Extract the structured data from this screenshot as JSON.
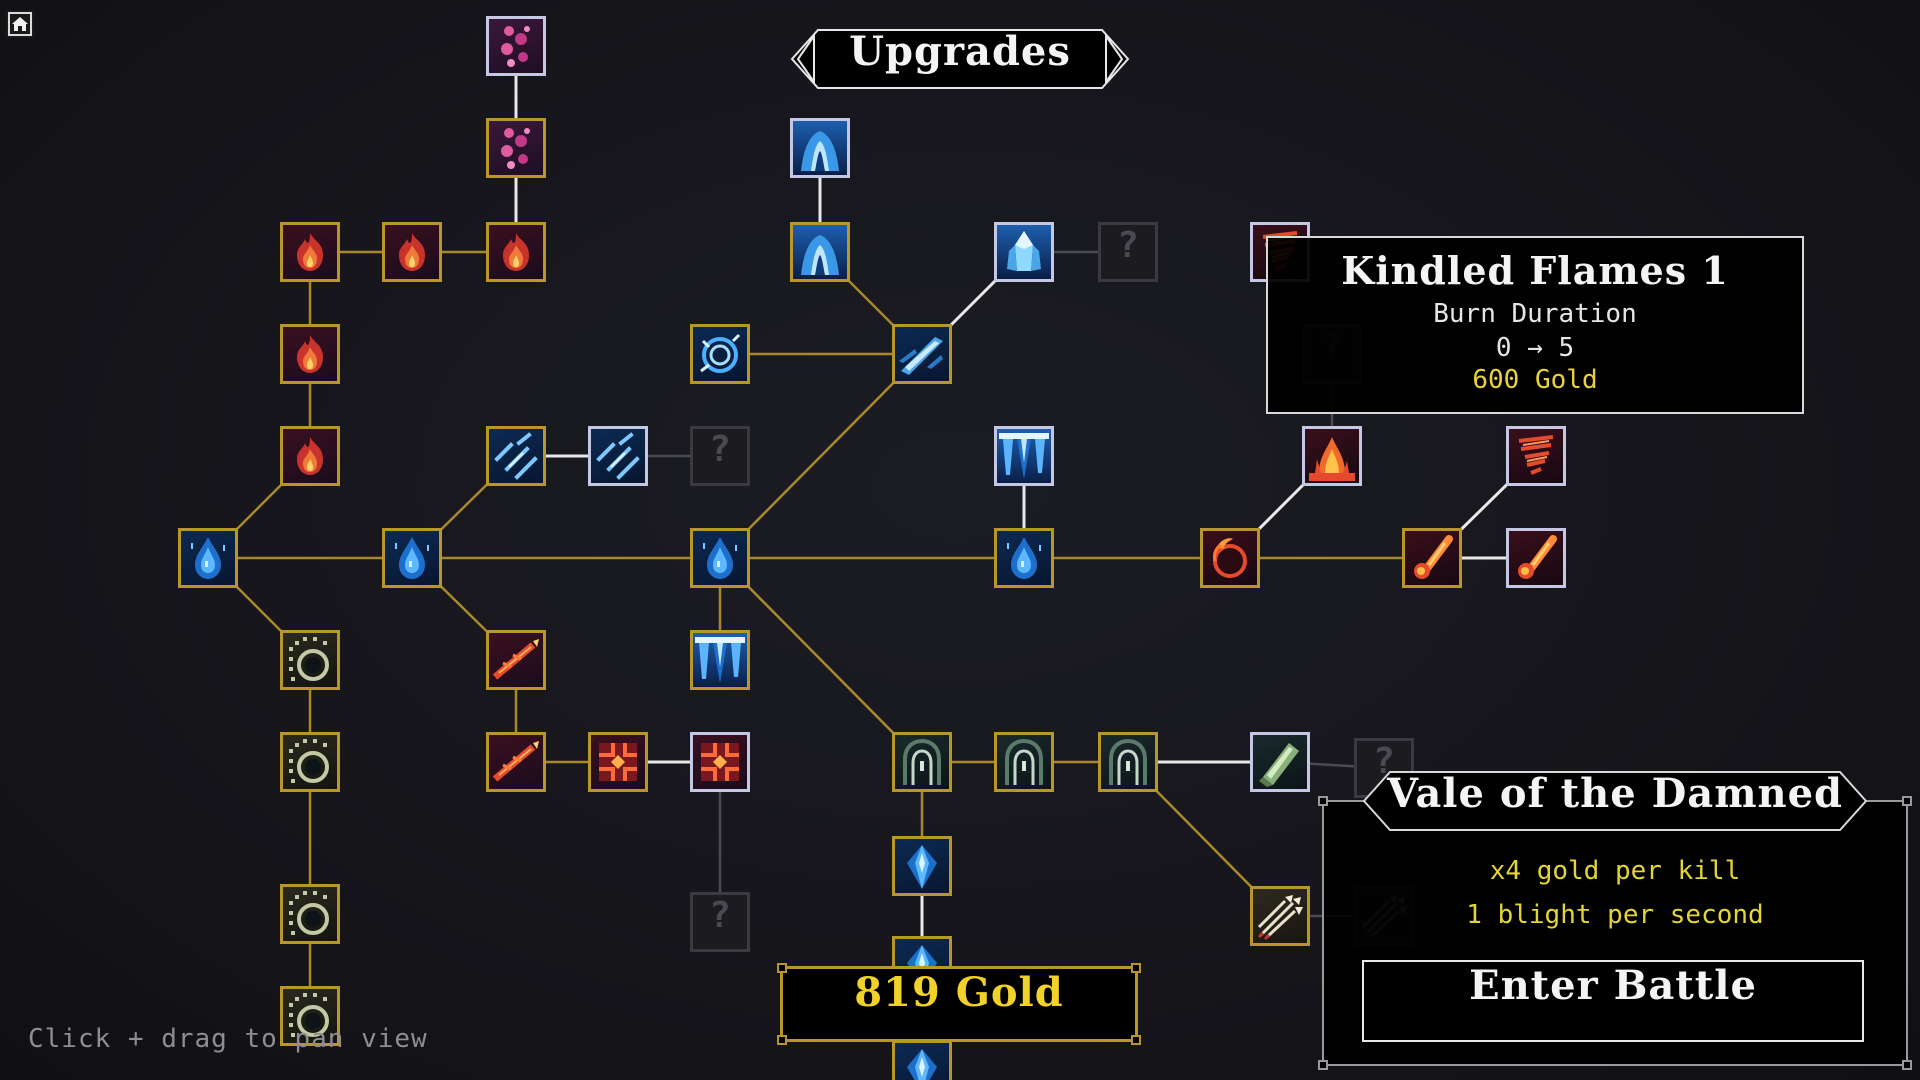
{
  "title": "Upgrades",
  "home_icon": "home-icon",
  "tooltip": {
    "name": "Kindled Flames 1",
    "stat": "Burn Duration",
    "change": "0 → 5",
    "cost": "600 Gold"
  },
  "level": {
    "name": "Vale of the Damned",
    "modifiers": [
      "x4 gold per kill",
      "1 blight per second"
    ],
    "enter_label": "Enter Battle"
  },
  "gold": "819 Gold",
  "hint": "Click + drag to pan view",
  "colors": {
    "background": "#16161d",
    "unlocked_border": "#b8962a",
    "owned_border": "#c4c8e4",
    "locked_border": "#3a3a40",
    "gold_text": "#f0d22a",
    "modifier_text": "#e3d538",
    "tooltip_cost": "#e9d33d"
  },
  "nodes": [
    {
      "name": "pink-gem-upgrade-2",
      "icon": "pink-gem-icon",
      "theme": "pink",
      "state": "owned"
    },
    {
      "name": "pink-gem-upgrade-1",
      "icon": "pink-gem-icon",
      "theme": "pink",
      "state": "unlocked"
    },
    {
      "name": "fire-upgrade-a",
      "icon": "flame-icon",
      "theme": "fire",
      "state": "unlocked"
    },
    {
      "name": "fire-upgrade-b",
      "icon": "flame-icon",
      "theme": "fire",
      "state": "unlocked"
    },
    {
      "name": "fire-upgrade-c",
      "icon": "flame-icon",
      "theme": "fire",
      "state": "unlocked"
    },
    {
      "name": "fire-upgrade-d",
      "icon": "flame-icon",
      "theme": "fire",
      "state": "unlocked"
    },
    {
      "name": "fire-upgrade-e",
      "icon": "flame-icon",
      "theme": "fire",
      "state": "unlocked"
    },
    {
      "name": "water-root-node",
      "icon": "water-drop-icon",
      "theme": "ice",
      "state": "unlocked"
    },
    {
      "name": "water-node-2",
      "icon": "water-drop-icon",
      "theme": "ice",
      "state": "unlocked"
    },
    {
      "name": "water-node-3",
      "icon": "water-drop-icon",
      "theme": "ice",
      "state": "unlocked"
    },
    {
      "name": "water-node-4",
      "icon": "water-drop-icon",
      "theme": "ice",
      "state": "unlocked"
    },
    {
      "name": "rain-upgrade-1",
      "icon": "rain-icon",
      "theme": "ice",
      "state": "unlocked"
    },
    {
      "name": "rain-upgrade-2",
      "icon": "rain-icon",
      "theme": "ice",
      "state": "owned"
    },
    {
      "name": "locked-node-rain",
      "icon": "question-mark-icon",
      "theme": "locked",
      "state": "locked"
    },
    {
      "name": "ice-wave-upgrade-2",
      "icon": "ice-wave-icon",
      "theme": "sky",
      "state": "owned"
    },
    {
      "name": "ice-wave-upgrade-1",
      "icon": "ice-wave-icon",
      "theme": "sky",
      "state": "unlocked"
    },
    {
      "name": "crystal-upgrade",
      "icon": "crystal-icon",
      "theme": "sky",
      "state": "owned"
    },
    {
      "name": "locked-node-crystal",
      "icon": "question-mark-icon",
      "theme": "locked",
      "state": "locked"
    },
    {
      "name": "frost-ring-upgrade",
      "icon": "frost-ring-icon",
      "theme": "ice",
      "state": "unlocked"
    },
    {
      "name": "ice-shard-upgrade",
      "icon": "ice-shard-icon",
      "theme": "ice",
      "state": "unlocked"
    },
    {
      "name": "icicle-upgrade-1",
      "icon": "icicle-icon",
      "theme": "sky",
      "state": "owned"
    },
    {
      "name": "icicle-upgrade-2",
      "icon": "icicle-icon",
      "theme": "sky",
      "state": "unlocked"
    },
    {
      "name": "tornado-upgrade-1",
      "icon": "fire-tornado-icon",
      "theme": "lava",
      "state": "owned"
    },
    {
      "name": "locked-node-tornado",
      "icon": "question-mark-icon",
      "theme": "locked",
      "state": "locked"
    },
    {
      "name": "fire-pillar-upgrade",
      "icon": "fire-pillar-icon",
      "theme": "lava",
      "state": "owned"
    },
    {
      "name": "tornado-upgrade-2",
      "icon": "fire-tornado-icon",
      "theme": "lava",
      "state": "owned"
    },
    {
      "name": "fire-orb-upgrade",
      "icon": "fire-orb-icon",
      "theme": "lava",
      "state": "unlocked"
    },
    {
      "name": "meteor-upgrade-1",
      "icon": "meteor-icon",
      "theme": "lava",
      "state": "unlocked"
    },
    {
      "name": "meteor-upgrade-2",
      "icon": "meteor-icon",
      "theme": "lava",
      "state": "owned"
    },
    {
      "name": "rune-circle-upgrade-1",
      "icon": "rune-circle-icon",
      "theme": "rune",
      "state": "unlocked"
    },
    {
      "name": "rune-circle-upgrade-2",
      "icon": "rune-circle-icon",
      "theme": "rune",
      "state": "unlocked"
    },
    {
      "name": "rune-circle-upgrade-3",
      "icon": "rune-circle-icon",
      "theme": "rune",
      "state": "unlocked"
    },
    {
      "name": "rune-circle-upgrade-4",
      "icon": "rune-circle-icon",
      "theme": "rune",
      "state": "unlocked"
    },
    {
      "name": "fire-dart-upgrade-1",
      "icon": "fire-dart-icon",
      "theme": "fire",
      "state": "unlocked"
    },
    {
      "name": "fire-dart-upgrade-2",
      "icon": "fire-dart-icon",
      "theme": "fire",
      "state": "unlocked"
    },
    {
      "name": "lava-grid-upgrade-1",
      "icon": "lava-grid-icon",
      "theme": "fire",
      "state": "unlocked"
    },
    {
      "name": "lava-grid-upgrade-2",
      "icon": "lava-grid-icon",
      "theme": "fire",
      "state": "owned"
    },
    {
      "name": "locked-node-lava",
      "icon": "question-mark-icon",
      "theme": "locked",
      "state": "locked"
    },
    {
      "name": "blight-arch-upgrade-1",
      "icon": "blight-arch-icon",
      "theme": "blight",
      "state": "unlocked"
    },
    {
      "name": "blight-arch-upgrade-2",
      "icon": "blight-arch-icon",
      "theme": "blight",
      "state": "unlocked"
    },
    {
      "name": "blight-arch-upgrade-3",
      "icon": "blight-arch-icon",
      "theme": "blight",
      "state": "unlocked"
    },
    {
      "name": "blight-crystal-upgrade",
      "icon": "blight-crystal-icon",
      "theme": "blight",
      "state": "owned"
    },
    {
      "name": "locked-node-blight",
      "icon": "question-mark-icon",
      "theme": "locked",
      "state": "locked"
    },
    {
      "name": "blue-gem-upgrade-1",
      "icon": "blue-gem-icon",
      "theme": "ice",
      "state": "unlocked"
    },
    {
      "name": "blue-gem-upgrade-2",
      "icon": "blue-gem-icon",
      "theme": "ice",
      "state": "unlocked"
    },
    {
      "name": "blue-gem-upgrade-3",
      "icon": "blue-gem-icon",
      "theme": "ice",
      "state": "unlocked"
    },
    {
      "name": "multishot-upgrade-1",
      "icon": "multishot-arrow-icon",
      "theme": "arrow",
      "state": "unlocked"
    },
    {
      "name": "multishot-upgrade-2",
      "icon": "multishot-arrow-icon",
      "theme": "arrow",
      "state": "locked"
    }
  ]
}
